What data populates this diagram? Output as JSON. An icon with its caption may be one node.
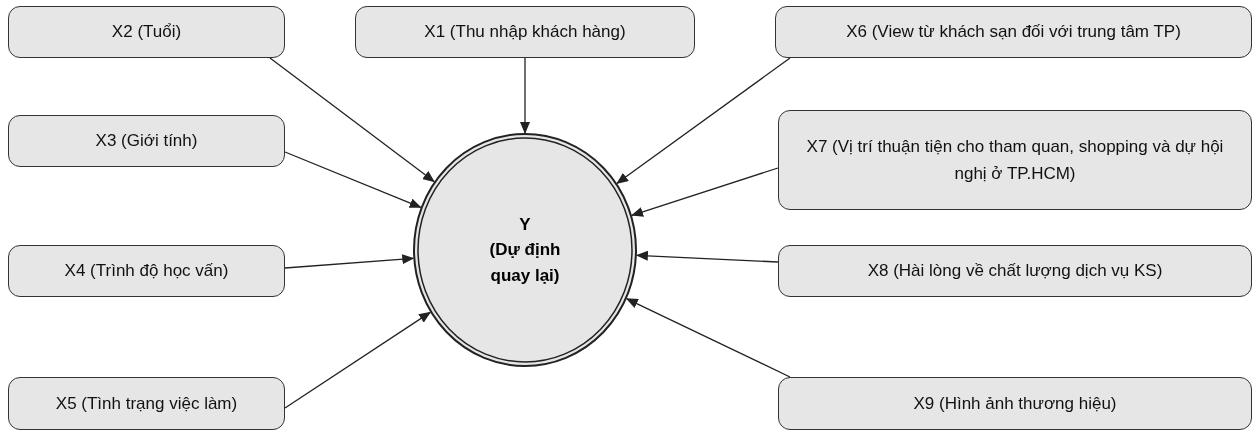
{
  "diagram": {
    "nodes": [
      {
        "text": [
          "X2 (Tuổi)"
        ]
      },
      {
        "text": [
          "X1 (Thu nhập khách hàng)"
        ]
      },
      {
        "text": [
          "X6 (View từ khách sạn đối với trung tâm TP)"
        ]
      },
      {
        "text": [
          "X3 (Giới tính)"
        ]
      },
      {
        "text": [
          "X7 (Vị trí thuận tiện cho tham quan, shopping và dự hội nghị ở TP.HCM)"
        ]
      },
      {
        "text": [
          "Y",
          "(Dự định quay lại)"
        ]
      },
      {
        "text": [
          "X4 (Trình độ học vấn)"
        ]
      },
      {
        "text": [
          "X8 (Hài lòng về chất lượng dịch vụ KS)"
        ]
      },
      {
        "text": [
          "X5 (Tình trạng việc làm)"
        ]
      },
      {
        "text": [
          "X9 (Hình ảnh thương hiệu)"
        ]
      }
    ],
    "edges": [
      {
        "from": 0,
        "to": 5,
        "arrow": "to"
      },
      {
        "from": 1,
        "to": 5,
        "arrow": "to"
      },
      {
        "from": 2,
        "to": 5,
        "arrow": "to"
      },
      {
        "from": 3,
        "to": 5,
        "arrow": "to"
      },
      {
        "from": 4,
        "to": 5,
        "arrow": "to"
      },
      {
        "from": 6,
        "to": 5,
        "arrow": "to"
      },
      {
        "from": 7,
        "to": 5,
        "arrow": "to"
      },
      {
        "from": 8,
        "to": 5,
        "arrow": "to"
      },
      {
        "from": 9,
        "to": 5,
        "arrow": "to"
      }
    ]
  }
}
